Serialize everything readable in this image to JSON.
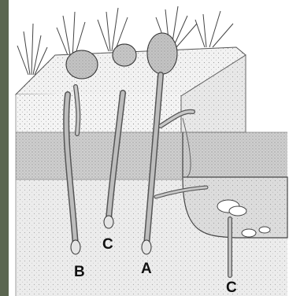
{
  "labels": {
    "b": "B",
    "c_left": "C",
    "a": "A",
    "c_right": "C"
  },
  "colors": {
    "frame_left": "#5b6650",
    "background": "#ffffff",
    "soil_top": "#f4f4f4",
    "soil_mid": "#d6d6d6",
    "soil_bottom": "#ececec",
    "burrow_fill": "#dcdcdc",
    "ink": "#333333"
  }
}
